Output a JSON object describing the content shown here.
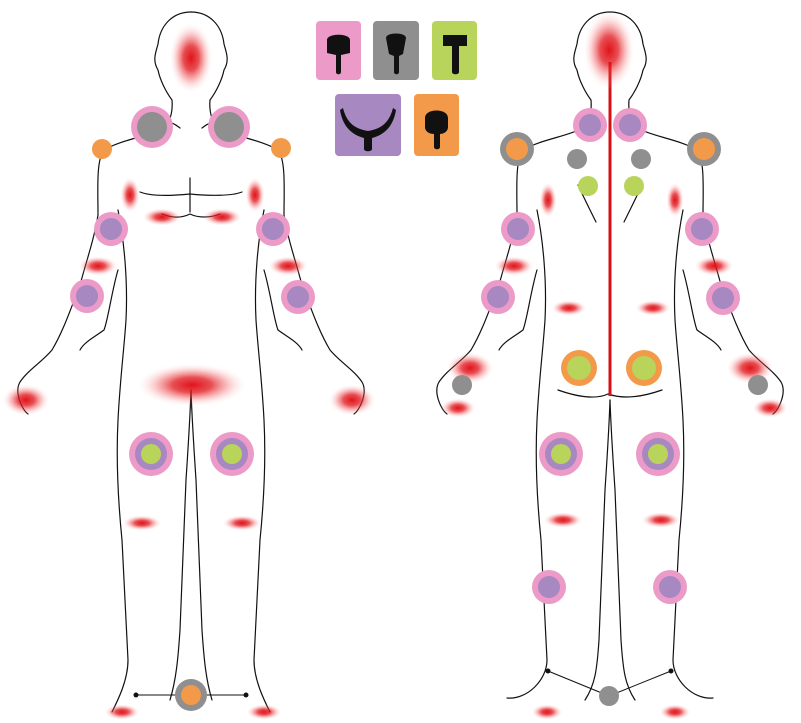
{
  "colors": {
    "pink": "#ec9ac7",
    "gray": "#8f8f8f",
    "green": "#b9d45a",
    "purple": "#a788c1",
    "orange": "#f39a4a",
    "heat": "#e0141a",
    "outline": "#111111",
    "spine": "#d61016"
  },
  "legend": [
    {
      "color": "pink",
      "icon": "mushroom-head-icon"
    },
    {
      "color": "gray",
      "icon": "bullet-head-icon"
    },
    {
      "color": "green",
      "icon": "t-bar-head-icon"
    },
    {
      "color": "purple",
      "icon": "fork-head-icon"
    },
    {
      "color": "orange",
      "icon": "round-cup-head-icon"
    }
  ],
  "views": [
    "front-view",
    "back-view"
  ]
}
